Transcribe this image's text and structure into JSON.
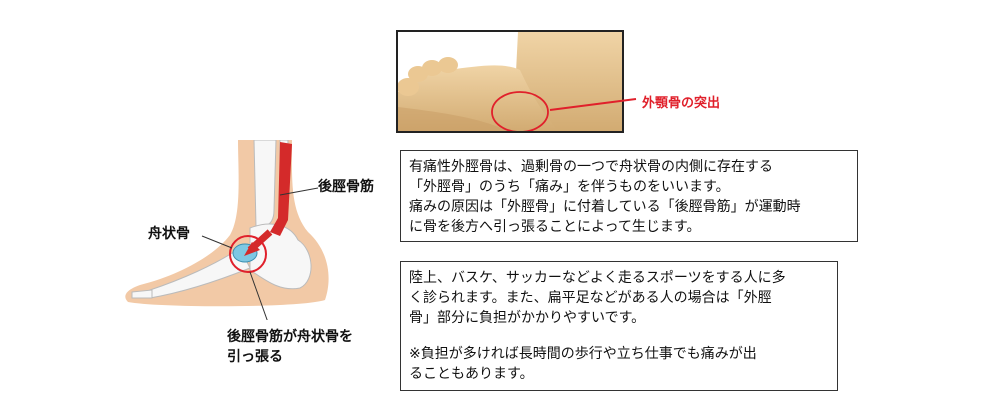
{
  "photo": {
    "label": "外顎骨の突出",
    "colors": {
      "highlight": "#e0202b",
      "skin": "#e3c28d"
    }
  },
  "diagram": {
    "tendon_label": "後脛骨筋",
    "navicular_label": "舟状骨",
    "pull_label_line1": "後脛骨筋が舟状骨を",
    "pull_label_line2": "引っ張る",
    "colors": {
      "leg": "#f2c9a6",
      "bone": "#f7f7f7",
      "navicular": "#7ec8e3",
      "muscle": "#d42a2a",
      "circle": "#e0202b"
    }
  },
  "description_box": {
    "line1": "有痛性外脛骨は、過剰骨の一つで舟状骨の内側に存在する",
    "line2": "「外脛骨」のうち「痛み」を伴うものをいいます。",
    "line3": "痛みの原因は「外脛骨」に付着している「後脛骨筋」が運動時",
    "line4": "に骨を後方へ引っ張ることによって生じます。"
  },
  "incidence_box": {
    "line1": "陸上、バスケ、サッカーなどよく走るスポーツをする人に多",
    "line2": "く診られます。また、扁平足などがある人の場合は「外脛",
    "line3": "骨」部分に負担がかかりやすいです。",
    "note_line1": "※負担が多ければ長時間の歩行や立ち仕事でも痛みが出",
    "note_line2": "ることもあります。"
  }
}
